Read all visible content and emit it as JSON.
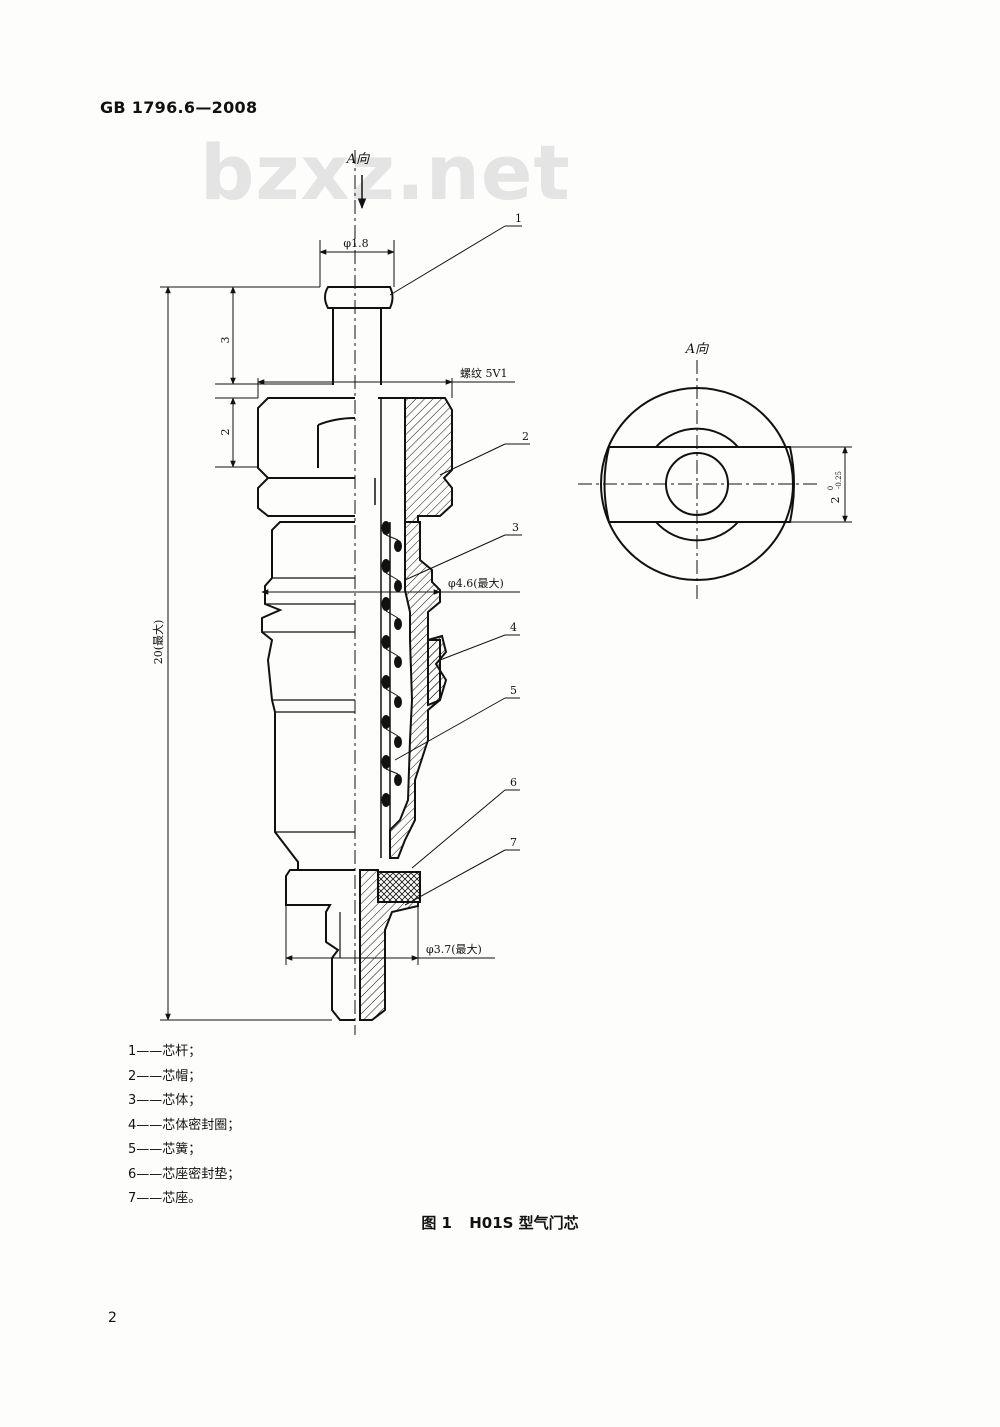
{
  "header": {
    "standard_number": "GB 1796.6—2008"
  },
  "watermark": "bzxz.net",
  "drawing": {
    "side_view": {
      "view_marker": "A向",
      "dim_stem_diameter": "φ1.8",
      "dim_head_height": "3",
      "dim_thread_length": "2",
      "dim_total_length": "20(最大)",
      "thread_label": "螺纹 5V1",
      "dim_body_diameter": "φ4.6(最大)",
      "dim_seat_diameter": "φ3.7(最大)",
      "callouts": [
        "1",
        "2",
        "3",
        "4",
        "5",
        "6",
        "7"
      ]
    },
    "end_view": {
      "view_marker": "A向",
      "dim_flat_width": "2",
      "dim_tol_upper": "0",
      "dim_tol_lower": "-0.25"
    }
  },
  "legend": [
    "1——芯杆；",
    "2——芯帽；",
    "3——芯体；",
    "4——芯体密封圈；",
    "5——芯簧；",
    "6——芯座密封垫；",
    "7——芯座。"
  ],
  "figure": {
    "number": "图 1",
    "title": "H01S 型气门芯"
  },
  "page_number": "2"
}
